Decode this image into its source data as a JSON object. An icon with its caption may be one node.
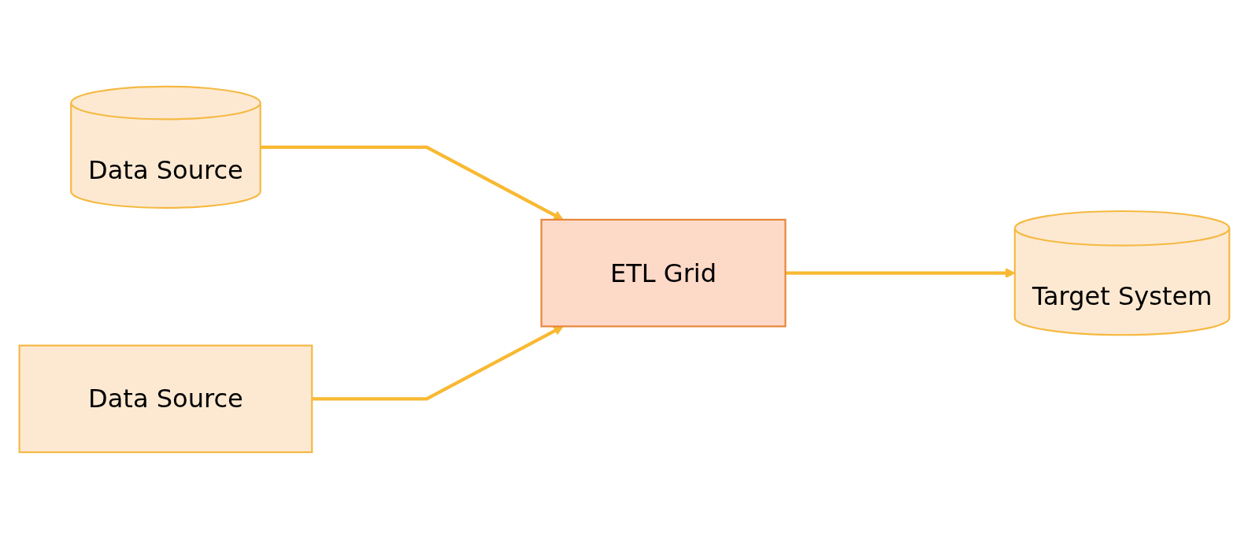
{
  "diagram": {
    "nodes": [
      {
        "text": [
          "Data Source"
        ]
      },
      {
        "text": [
          "Data Source"
        ]
      },
      {
        "text": [
          "ETL Grid"
        ]
      },
      {
        "text": [
          "Target System"
        ]
      }
    ],
    "edges": [
      {
        "from": 0,
        "to": 2,
        "arrow": "to"
      },
      {
        "from": 1,
        "to": 2,
        "arrow": "to"
      },
      {
        "from": 2,
        "to": 3,
        "arrow": "to"
      }
    ]
  }
}
